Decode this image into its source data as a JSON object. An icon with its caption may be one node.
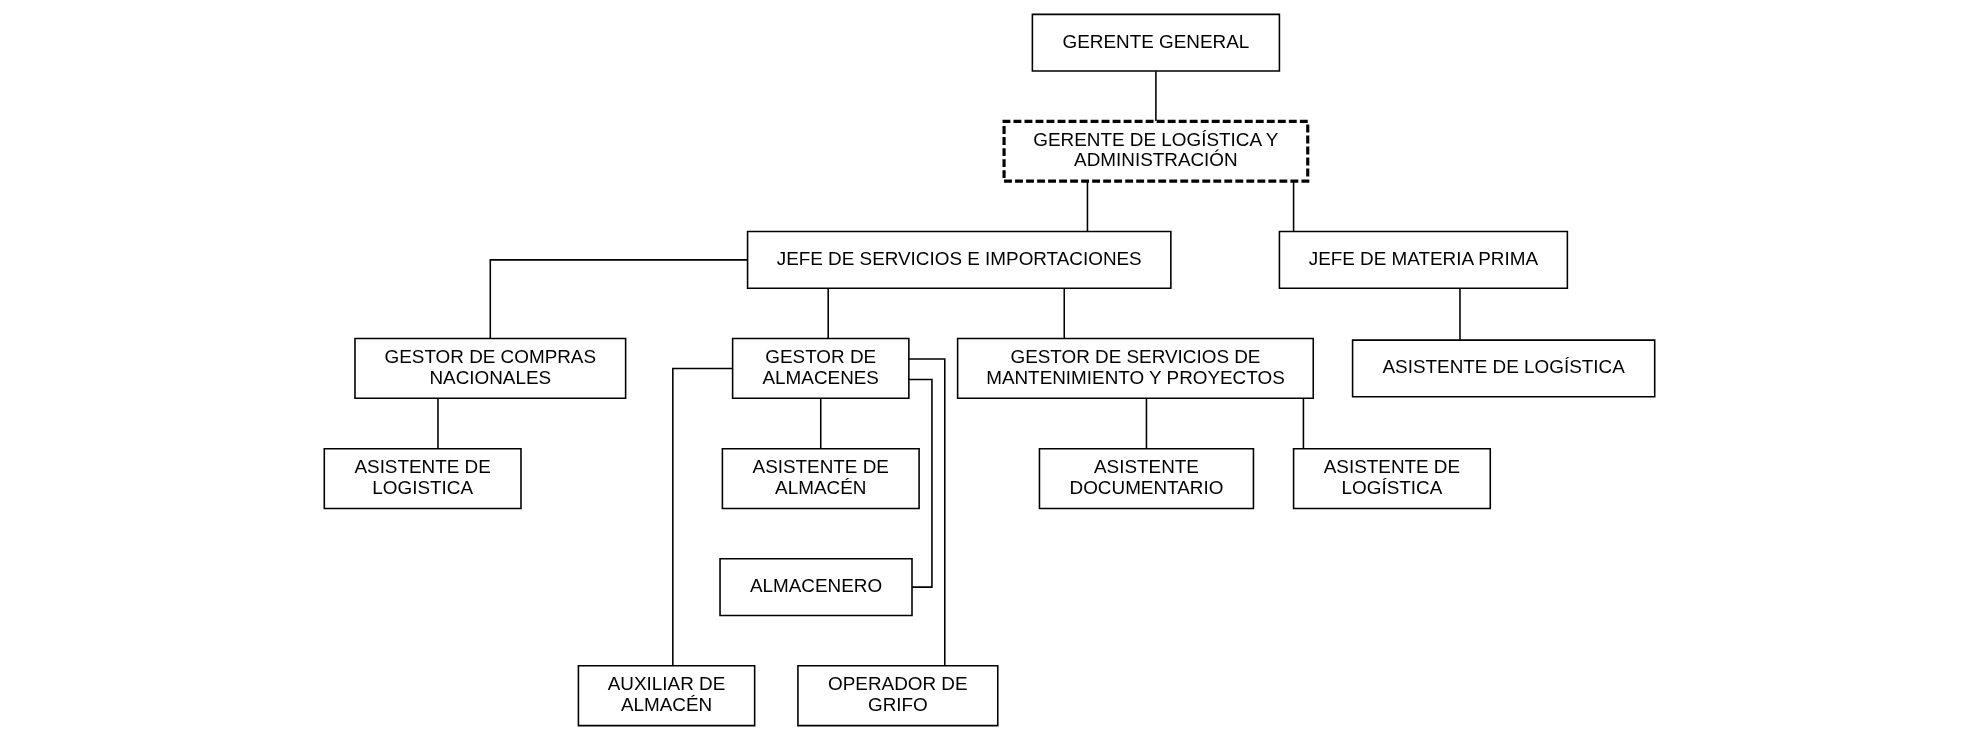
{
  "diagram": {
    "nodes": [
      {
        "text": [
          "GERENTE GENERAL"
        ]
      },
      {
        "text": [
          "GERENTE DE LOGÍSTICA Y ADMINISTRACIÓN"
        ]
      },
      {
        "text": [
          "JEFE DE SERVICIOS E IMPORTACIONES"
        ]
      },
      {
        "text": [
          "JEFE DE MATERIA PRIMA"
        ]
      },
      {
        "text": [
          "GESTOR DE SERVICIOS DE MANTENIMIENTO Y PROYECTOS"
        ]
      },
      {
        "text": [
          "GESTOR DE COMPRAS NACIONALES"
        ]
      },
      {
        "text": [
          "GESTOR DE ALMACENES"
        ]
      },
      {
        "text": [
          "ASISTENTE DE LOGÍSTICA"
        ]
      },
      {
        "text": [
          "ASISTENTE DOCUMENTARIO"
        ]
      },
      {
        "text": [
          "ASISTENTE DE LOGISTICA"
        ]
      },
      {
        "text": [
          "ASISTENTE DE ALMACÉN"
        ]
      },
      {
        "text": [
          "ASISTENTE DE LOGÍSTICA"
        ]
      },
      {
        "text": [
          "ALMACENERO"
        ]
      },
      {
        "text": [
          "AUXILIAR DE ALMACÉN"
        ]
      },
      {
        "text": [
          "OPERADOR DE GRIFO"
        ]
      }
    ],
    "edges": [
      {
        "from": 0,
        "to": 1,
        "arrow": "none"
      },
      {
        "from": 1,
        "to": 2,
        "arrow": "none"
      },
      {
        "from": 1,
        "to": 3,
        "arrow": "none"
      },
      {
        "from": 2,
        "to": 4,
        "arrow": "none"
      },
      {
        "from": 2,
        "to": 5,
        "arrow": "none"
      },
      {
        "from": 2,
        "to": 6,
        "arrow": "none"
      },
      {
        "from": 4,
        "to": 7,
        "arrow": "none"
      },
      {
        "from": 4,
        "to": 8,
        "arrow": "none"
      },
      {
        "from": 5,
        "to": 9,
        "arrow": "none"
      },
      {
        "from": 6,
        "to": 10,
        "arrow": "none"
      },
      {
        "from": 3,
        "to": 11,
        "arrow": "none"
      },
      {
        "from": 6,
        "to": 12,
        "arrow": "none"
      },
      {
        "from": 6,
        "to": 13,
        "arrow": "none"
      },
      {
        "from": 6,
        "to": 14,
        "arrow": "none"
      }
    ]
  }
}
